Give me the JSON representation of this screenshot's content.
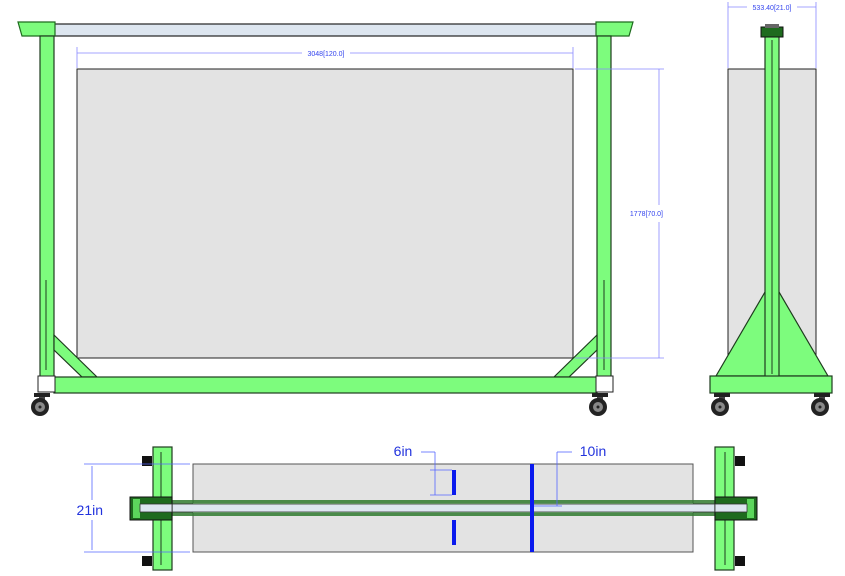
{
  "front_view": {
    "width_dimension": "3048[120.0]",
    "height_dimension": "1778[70.0]"
  },
  "side_view": {
    "depth_dimension": "533.40[21.0]"
  },
  "top_view": {
    "depth_label": "21in",
    "offset_label_a": "6in",
    "offset_label_b": "10in"
  },
  "colors": {
    "frame": "#7dfc7d",
    "frame_dark": "#1e6b1e",
    "panel": "#e3e3e3",
    "dimension": "#3344ee",
    "marker": "#0a1aee"
  }
}
